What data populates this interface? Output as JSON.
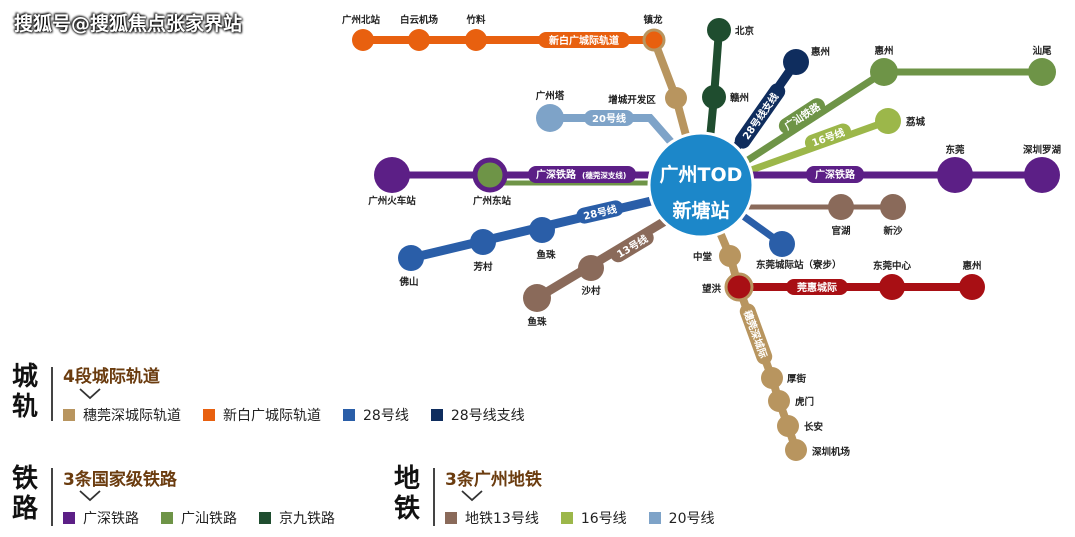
{
  "watermark": "搜狐号@搜狐焦点张家界站",
  "center": {
    "line1": "广州TOD",
    "line2": "新塘站"
  },
  "colors": {
    "suiguanshen": "#b8955f",
    "xinbai": "#e8600f",
    "l28": "#2a5ea8",
    "l28b": "#0f2d5e",
    "guangshen": "#5c1f86",
    "guangshan": "#6e9447",
    "jingjiu": "#1f4d2f",
    "m13": "#8a6a5a",
    "m16": "#9cb74a",
    "m20": "#7ea3c8",
    "guanhui": "#a80f14",
    "center": "#1c87c9"
  },
  "stations": {
    "gz_north": "广州北站",
    "baiyun": "白云机场",
    "zhuliao": "竹料",
    "zhenlong": "镇龙",
    "beijing": "北京",
    "ganzhou": "赣州",
    "huizhou_28b": "惠州",
    "huizhou_gs": "惠州",
    "shanwei": "汕尾",
    "licheng": "荔城",
    "guangzhou_tower": "广州塔",
    "zengcheng_kfq": "增城开发区",
    "dongguan": "东莞",
    "sz_luohu": "深圳罗湖",
    "gz_huoche": "广州火车站",
    "gz_east": "广州东站",
    "guanhu": "官湖",
    "xinsha": "新沙",
    "foshan": "佛山",
    "fangcun": "芳村",
    "yuzhu_28": "鱼珠",
    "shacun": "沙村",
    "yuzhu_13": "鱼珠",
    "zhongtang": "中堂",
    "dg_intercity": "东莞城际站（寮步）",
    "dg_center": "东莞中心",
    "huizhou_gh": "惠州",
    "wanghong": "望洪",
    "houjie": "厚街",
    "humen": "虎门",
    "changan": "长安",
    "sz_airport": "深圳机场"
  },
  "line_labels": {
    "xinbai": "新白广城际轨道",
    "l28b": "28号线支线",
    "guangshan": "广汕铁路",
    "m16": "16号线",
    "m20": "20号线",
    "guangshen_left": "广深铁路",
    "guangshen_left_sub": "(穗莞深支线)",
    "guangshen_right": "广深铁路",
    "l28": "28号线",
    "m13": "13号线",
    "guanhui": "莞惠城际",
    "suiguanshen": "穗莞深城际"
  },
  "legend": {
    "intercity": {
      "heading": "城轨",
      "title": "4段城际轨道",
      "items": [
        {
          "label": "穗莞深城际轨道",
          "color": "#b8955f"
        },
        {
          "label": "新白广城际轨道",
          "color": "#e8600f"
        },
        {
          "label": "28号线",
          "color": "#2a5ea8"
        },
        {
          "label": "28号线支线",
          "color": "#0f2d5e"
        }
      ]
    },
    "railway": {
      "heading": "铁路",
      "title": "3条国家级铁路",
      "items": [
        {
          "label": "广深铁路",
          "color": "#5c1f86"
        },
        {
          "label": "广汕铁路",
          "color": "#6e9447"
        },
        {
          "label": "京九铁路",
          "color": "#1f4d2f"
        }
      ]
    },
    "metro": {
      "heading": "地铁",
      "title": "3条广州地铁",
      "items": [
        {
          "label": "地铁13号线",
          "color": "#8a6a5a"
        },
        {
          "label": "16号线",
          "color": "#9cb74a"
        },
        {
          "label": "20号线",
          "color": "#7ea3c8"
        }
      ]
    }
  }
}
